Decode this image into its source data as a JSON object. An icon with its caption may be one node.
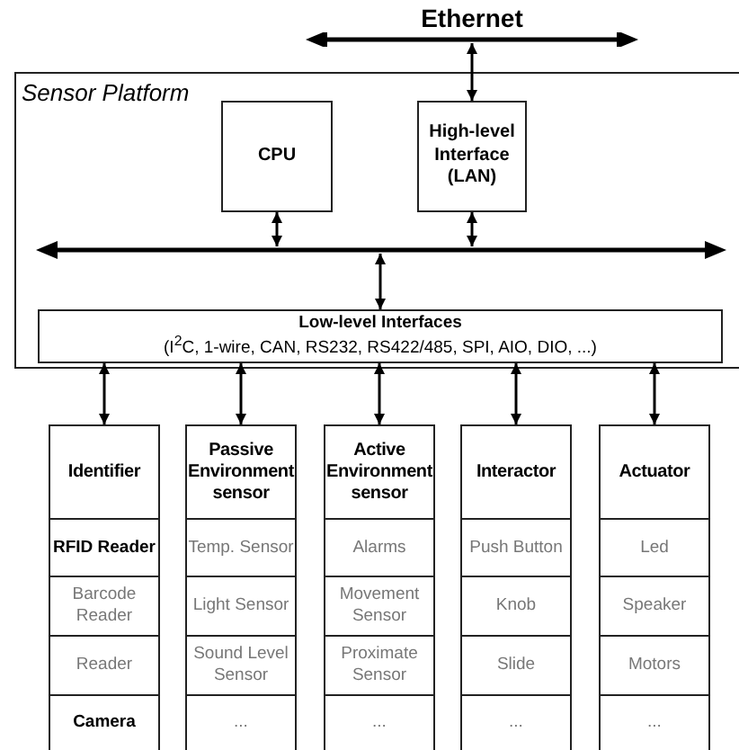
{
  "diagram": {
    "nodes": [
      {
        "text": [
          "Sensor Platform"
        ]
      },
      {
        "text": [
          "Ethernet"
        ]
      },
      {
        "text": [
          "CPU"
        ],
        "in": 0
      },
      {
        "text": [
          "High-level Interface (LAN)"
        ],
        "in": 0
      },
      {
        "text": [],
        "shape": "bar",
        "in": 0
      },
      {
        "text": [
          "Low-level Interfaces",
          "(I$^{2}$C, 1-wire, CAN, RS232, RS422/485, SPI, AIO, DIO, ...)"
        ],
        "in": 0
      },
      {
        "text": [
          "Identifier"
        ]
      },
      {
        "text": [
          "RFID Reader"
        ],
        "in": 6
      },
      {
        "text": [
          "Barcode Reader"
        ],
        "in": 6
      },
      {
        "text": [
          "Reader"
        ],
        "in": 6
      },
      {
        "text": [
          "Camera"
        ],
        "in": 6
      },
      {
        "text": [
          "Passive Environment sensor"
        ]
      },
      {
        "text": [
          "Temp. Sensor"
        ],
        "in": 11
      },
      {
        "text": [
          "Light Sensor"
        ],
        "in": 11
      },
      {
        "text": [
          "Sound Level Sensor"
        ],
        "in": 11
      },
      {
        "text": [
          "..."
        ],
        "in": 11
      },
      {
        "text": [
          "Active Environment sensor"
        ]
      },
      {
        "text": [
          "Alarms"
        ],
        "in": 16
      },
      {
        "text": [
          "Movement Sensor"
        ],
        "in": 16
      },
      {
        "text": [
          "Proximate Sensor"
        ],
        "in": 16
      },
      {
        "text": [
          "..."
        ],
        "in": 16
      },
      {
        "text": [
          "Interactor"
        ]
      },
      {
        "text": [
          "Push Button"
        ],
        "in": 21
      },
      {
        "text": [
          "Knob"
        ],
        "in": 21
      },
      {
        "text": [
          "Slide"
        ],
        "in": 21
      },
      {
        "text": [
          "..."
        ],
        "in": 21
      },
      {
        "text": [
          "Actuator"
        ]
      },
      {
        "text": [
          "Led"
        ],
        "in": 26
      },
      {
        "text": [
          "Speaker"
        ],
        "in": 26
      },
      {
        "text": [
          "Motors"
        ],
        "in": 26
      },
      {
        "text": [
          "..."
        ],
        "in": 26
      }
    ],
    "edges": [
      {
        "from": 1,
        "to": 3,
        "arrow": "both"
      },
      {
        "from": 2,
        "to": 4,
        "arrow": "both"
      },
      {
        "from": 3,
        "to": 4,
        "arrow": "both"
      },
      {
        "from": 4,
        "to": 5,
        "arrow": "both"
      },
      {
        "from": 5,
        "to": 6,
        "arrow": "both"
      },
      {
        "from": 5,
        "to": 11,
        "arrow": "both"
      },
      {
        "from": 5,
        "to": 16,
        "arrow": "both"
      },
      {
        "from": 5,
        "to": 21,
        "arrow": "both"
      },
      {
        "from": 5,
        "to": 26,
        "arrow": "both"
      }
    ]
  }
}
